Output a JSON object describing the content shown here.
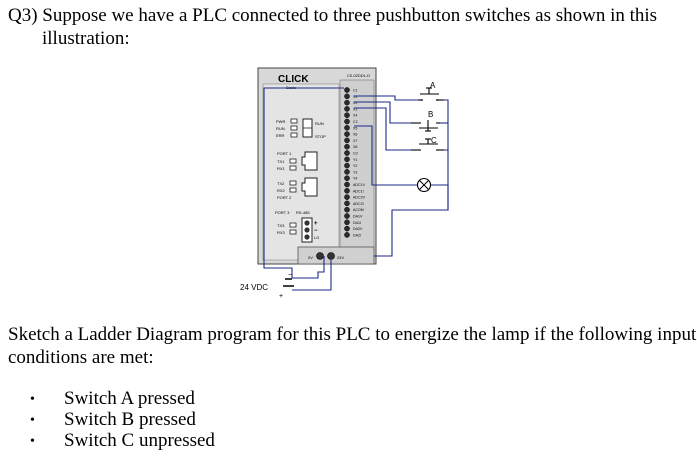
{
  "question": {
    "line1": "Q3) Suppose we have a PLC connected to three pushbutton switches as shown in this",
    "line2": "illustration:"
  },
  "figure": {
    "brand": "CLICK",
    "brand_sub": "Basic",
    "model": "C0-02DD1-D",
    "leds_left": [
      "PWR",
      "RUN",
      "ERR"
    ],
    "run_label": "RUN",
    "stop_label": "STOP",
    "port1": "PORT 1",
    "tx1": "TX1",
    "rx1": "RX1",
    "tx2": "TX2",
    "rx2": "RX2",
    "port2": "PORT 2",
    "port3": "PORT 3",
    "rs485": "RS-485",
    "tx3": "TX3",
    "rx3": "RX3",
    "lg": "LG",
    "plus": "+",
    "minus": "−",
    "terminals": [
      "C1",
      "X1",
      "X2",
      "X3",
      "X4",
      "C2",
      "X5",
      "X6",
      "X7",
      "X8",
      "C3",
      "Y1",
      "Y2",
      "Y3",
      "Y4",
      "ADC1V",
      "ADC1I",
      "ADC2V",
      "ADC2I",
      "ACOM",
      "DA1V",
      "DA1I",
      "DA2V",
      "DA2I"
    ],
    "bottom_terminal": "0V",
    "bottom_terminal_24": "24V",
    "supply_label": "24 VDC",
    "supply_minus": "−",
    "supply_plus": "+",
    "switch_a": "A",
    "switch_b": "B",
    "switch_c": "C"
  },
  "problem": {
    "line1": "Sketch a Ladder Diagram program for this PLC to energize the lamp if the following input",
    "line2": "conditions are met:"
  },
  "conditions": [
    "Switch A pressed",
    "Switch B pressed",
    "Switch C unpressed"
  ],
  "bullet_glyph": "•"
}
